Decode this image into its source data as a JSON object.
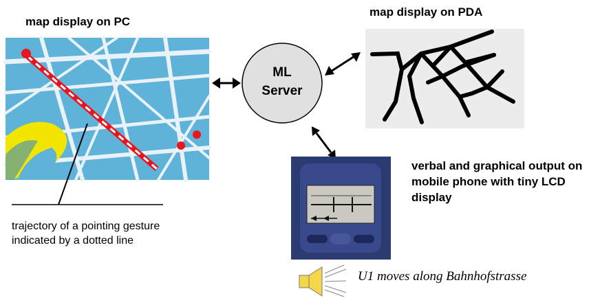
{
  "pc": {
    "title": "map display on PC"
  },
  "pda": {
    "title": "map display on PDA"
  },
  "server": {
    "line1": "ML",
    "line2": "Server"
  },
  "mobile": {
    "caption": "verbal and graphical output on mobile phone with tiny LCD display"
  },
  "gesture": {
    "caption_line1": "trajectory of a pointing gesture",
    "caption_line2": "indicated by a dotted line"
  },
  "audio": {
    "text": "U1 moves along  Bahnhofstrasse",
    "icon": "speaker-icon"
  },
  "colors": {
    "map_water": "#5fb3d9",
    "map_street": "#e8f2f8",
    "map_park": "#f2e600",
    "trajectory": "#e8141e",
    "server_fill": "#e0e0e0",
    "pda_bg": "#ececec",
    "phone_body": "#2c3a72",
    "lcd": "#c9c9c2"
  }
}
